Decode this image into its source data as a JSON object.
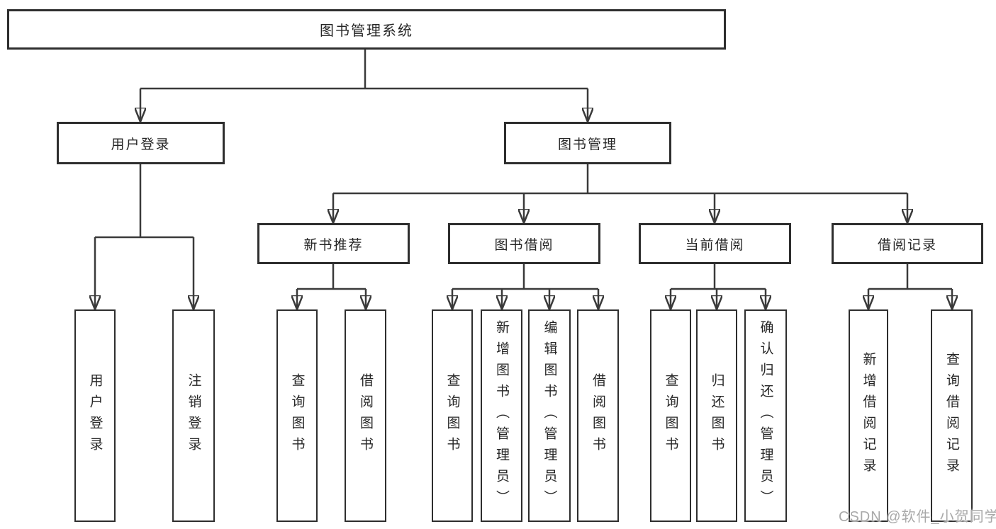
{
  "tree": {
    "root": "图书管理系统",
    "children": [
      {
        "label": "用户登录",
        "leaves": [
          "用户登录",
          "注销登录"
        ]
      },
      {
        "label": "图书管理",
        "children": [
          {
            "label": "新书推荐",
            "leaves": [
              "查询图书",
              "借阅图书"
            ]
          },
          {
            "label": "图书借阅",
            "leaves": [
              "查询图书",
              "新增图书（管理员）",
              "编辑图书（管理员）",
              "借阅图书"
            ]
          },
          {
            "label": "当前借阅",
            "leaves": [
              "查询图书",
              "归还图书",
              "确认归还（管理员）"
            ]
          },
          {
            "label": "借阅记录",
            "leaves": [
              "新增借阅记录",
              "查询借阅记录"
            ]
          }
        ]
      }
    ]
  },
  "watermark": "CSDN @软件_小贺同学",
  "colors": {
    "line": "#3a3a3a",
    "box_border": "#2e2e2e",
    "text": "#262626",
    "watermark": "#a9a9a9",
    "background": "#ffffff"
  }
}
